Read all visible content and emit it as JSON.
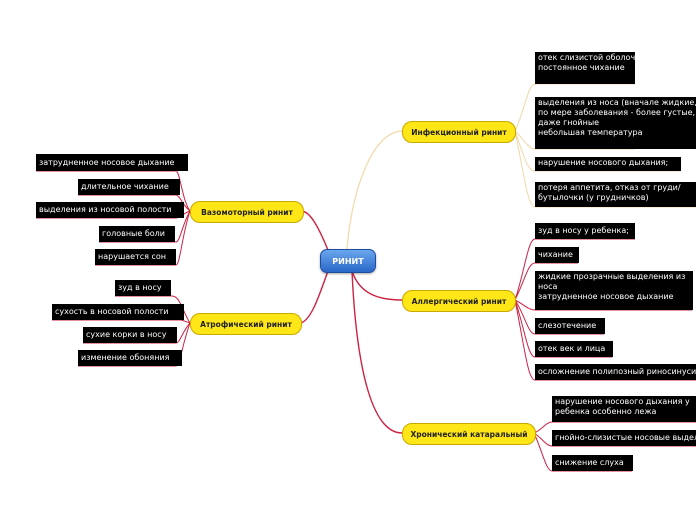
{
  "root": {
    "label": "РИНИТ"
  },
  "colors": {
    "link": "#cc2244",
    "link_light": "#f0d8a8",
    "topic_fill": "#ffe616",
    "leaf_fill": "#000000",
    "root_fill": "#3a7bd5"
  },
  "topics": {
    "infectious": {
      "label": "Инфекционный ринит",
      "items": [
        "отек слизистой оболочки носа ребенка\nпостоянное чихание",
        "выделения из носа (вначале жидкие,\nпо мере заболевания - более густые,\nдаже гнойные\nнебольшая температура",
        "нарушение носового дыхания;",
        "потеря аппетита, отказ от груди/\nбутылочки (у грудничков)"
      ]
    },
    "vasomotor": {
      "label": "Вазомоторный ринит",
      "items": [
        "затрудненное носовое дыхание",
        "длительное чихание",
        "выделения из носовой полости",
        "головные боли",
        "нарушается сон"
      ]
    },
    "atrophic": {
      "label": "Атрофический ринит",
      "items": [
        "зуд в носу",
        "сухость в носовой полости",
        "сухие корки в носу",
        "изменение обоняния"
      ]
    },
    "allergic": {
      "label": "Аллергический ринит",
      "items": [
        "зуд в носу у ребенка;",
        "чихание",
        "жидкие прозрачные выделения из\nноса\nзатрудненное носовое дыхание",
        "слезотечение",
        "отек век и лица",
        "осложнение полипозный риносинусит"
      ]
    },
    "chronic": {
      "label": "Хронический катаральный",
      "items": [
        "нарушение носового дыхания у\nребенка особенно лежа",
        "гнойно-слизистые носовые выделения",
        "снижение слуха"
      ]
    }
  }
}
